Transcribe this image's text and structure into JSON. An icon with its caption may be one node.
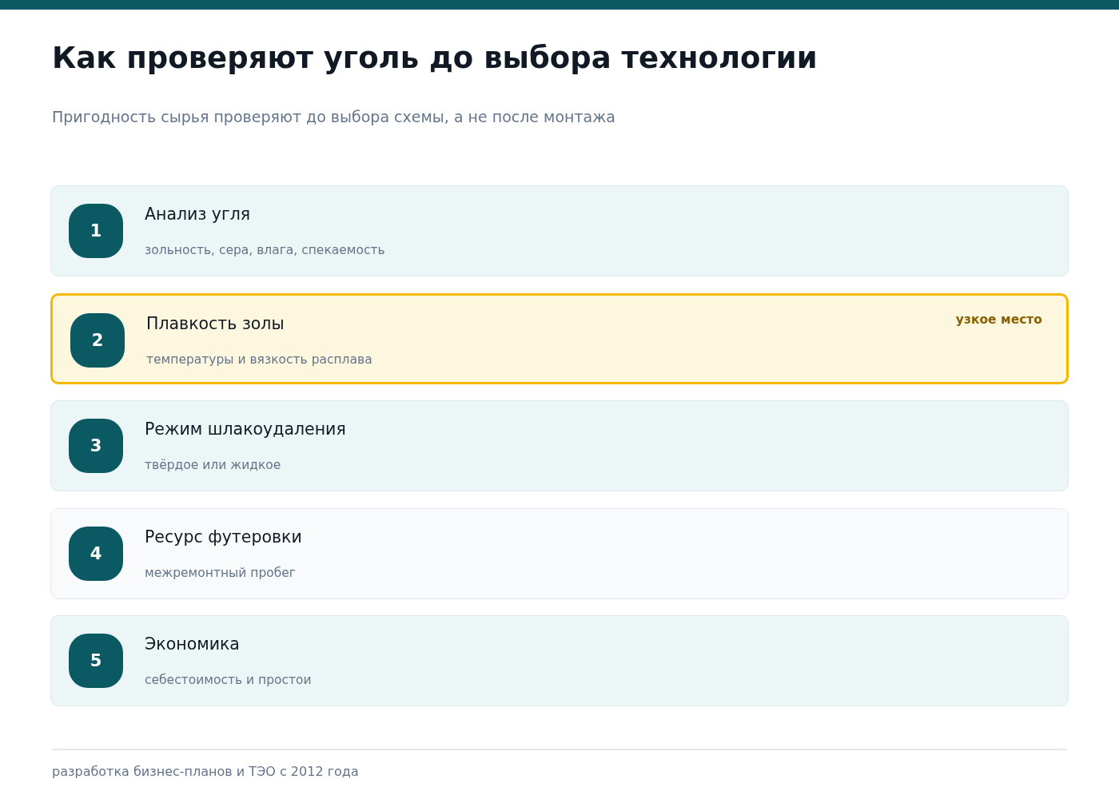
{
  "diagram": {
    "title": "Как проверяют уголь до выбора технологии",
    "nodes": [
      {
        "text": [
          "Анализ угля",
          "зольность, сера, влага, спекаемость"
        ]
      },
      {
        "text": [
          "1"
        ],
        "in": 0
      },
      {
        "text": [
          "Плавкость золы",
          "узкое место",
          "температуры и вязкость расплава"
        ]
      },
      {
        "text": [
          "2"
        ],
        "in": 2
      },
      {
        "text": [
          "Режим шлакоудаления",
          "твёрдое или жидкое"
        ]
      },
      {
        "text": [
          "3"
        ],
        "in": 4
      },
      {
        "text": [
          "Ресурс футеровки",
          "межремонтный пробег"
        ]
      },
      {
        "text": [
          "4"
        ],
        "in": 6
      },
      {
        "text": [
          "Экономика",
          "себестоимость и простои"
        ]
      },
      {
        "text": [
          "5"
        ],
        "in": 8
      }
    ],
    "labels": [
      "Пригодность сырья проверяют до выбора схемы, а не после монтажа",
      "разработка бизнес-планов и ТЭО с 2012 года"
    ]
  }
}
